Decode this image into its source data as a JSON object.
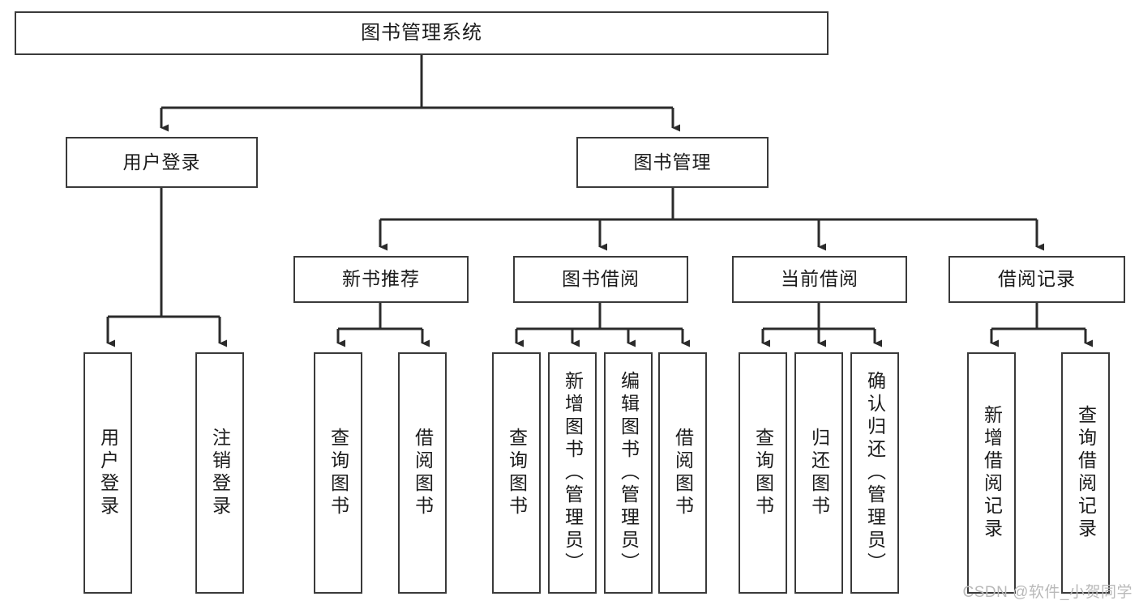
{
  "diagram": {
    "title": "图书管理系统",
    "type": "functional-structure-tree",
    "watermark": "CSDN @软件_小贺同学",
    "colors": {
      "border": "#3a3a3a",
      "text": "#1b1b1b",
      "connector": "#2b2b2b",
      "background": "#ffffff",
      "watermark": "#b9b9b9"
    },
    "nodes": {
      "root": {
        "label": "图书管理系统"
      },
      "level1": [
        {
          "id": "user-login",
          "label": "用户登录"
        },
        {
          "id": "book-manage",
          "label": "图书管理"
        }
      ],
      "level2": [
        {
          "id": "new-book-rec",
          "label": "新书推荐"
        },
        {
          "id": "book-borrow",
          "label": "图书借阅"
        },
        {
          "id": "current-borrow",
          "label": "当前借阅"
        },
        {
          "id": "borrow-record",
          "label": "借阅记录"
        }
      ],
      "leaves": {
        "user-login": [
          {
            "id": "leaf-user-login",
            "label": "用户登录"
          },
          {
            "id": "leaf-logout-login",
            "label": "注销登录"
          }
        ],
        "new-book-rec": [
          {
            "id": "leaf-query-book-1",
            "label": "查询图书"
          },
          {
            "id": "leaf-borrow-book-1",
            "label": "借阅图书"
          }
        ],
        "book-borrow": [
          {
            "id": "leaf-query-book-2",
            "label": "查询图书"
          },
          {
            "id": "leaf-add-book",
            "label": "新增图书（管理员）"
          },
          {
            "id": "leaf-edit-book",
            "label": "编辑图书（管理员）"
          },
          {
            "id": "leaf-borrow-book-2",
            "label": "借阅图书"
          }
        ],
        "current-borrow": [
          {
            "id": "leaf-query-book-3",
            "label": "查询图书"
          },
          {
            "id": "leaf-return-book",
            "label": "归还图书"
          },
          {
            "id": "leaf-confirm-return",
            "label": "确认归还（管理员）"
          }
        ],
        "borrow-record": [
          {
            "id": "leaf-add-record",
            "label": "新增借阅记录"
          },
          {
            "id": "leaf-query-record",
            "label": "查询借阅记录"
          }
        ]
      }
    }
  }
}
